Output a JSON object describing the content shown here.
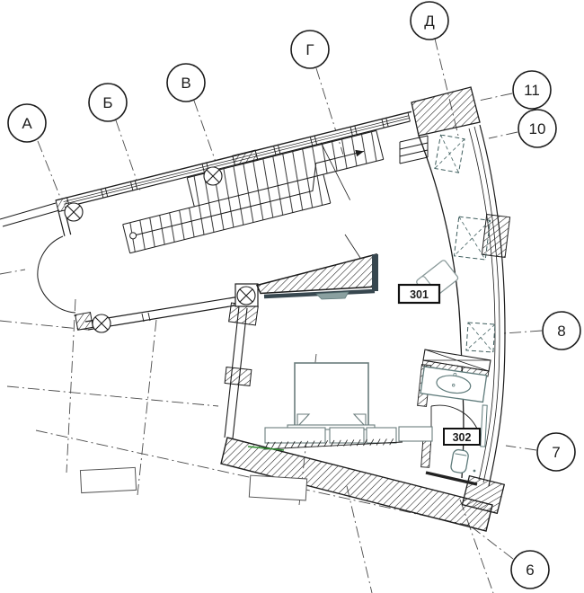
{
  "drawing": {
    "axis_markers_letters": [
      {
        "label": "А"
      },
      {
        "label": "Б"
      },
      {
        "label": "В"
      },
      {
        "label": "Г"
      },
      {
        "label": "Д"
      }
    ],
    "axis_markers_numbers": [
      {
        "label": "11"
      },
      {
        "label": "10"
      },
      {
        "label": "8"
      },
      {
        "label": "7"
      },
      {
        "label": "6"
      }
    ],
    "room_tags": [
      {
        "label": "301"
      },
      {
        "label": "302"
      }
    ],
    "symbols": {
      "crossed_circle_marker": "circle-with-diagonal-cross-column-marker",
      "hatched_block": "diagonal-hatch-concrete-column",
      "dashed_x_box": "dashed-x-shaft-box",
      "stair_arrow": "stair-direction-arrow",
      "door_swing": "quarter-circle-door-swing"
    },
    "colors": {
      "line": "#1c1c1c",
      "grid_line": "#4a4a4a",
      "furniture": "#6b7d7d",
      "fixture": "#5e7a7a",
      "tv_dark": "#37474f",
      "accent_green": "#2f8f2f",
      "background": "#ffffff"
    }
  }
}
